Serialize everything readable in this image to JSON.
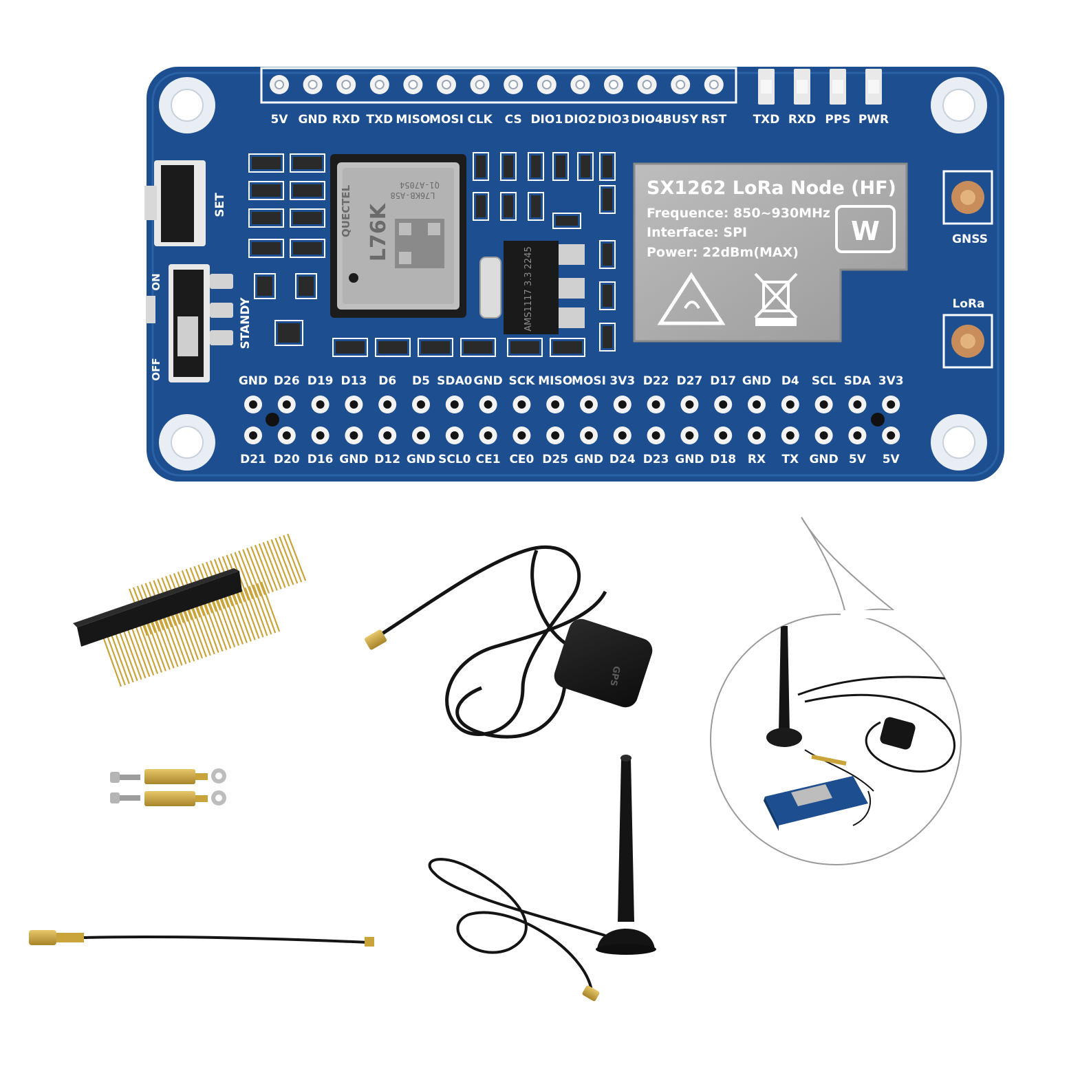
{
  "colors": {
    "pcb": "#1d4e8f",
    "pcb_edge": "#17457f",
    "silkscreen": "#ffffff",
    "shield": "#a9a9a9",
    "gold": "#c9a43b",
    "cable": "#141414",
    "background": "#ffffff"
  },
  "board": {
    "top_header_labels": [
      "5V",
      "GND",
      "RXD",
      "TXD",
      "MISO",
      "MOSI",
      "CLK",
      "CS",
      "DIO1",
      "DIO2",
      "DIO3",
      "DIO4",
      "BUSY",
      "RST"
    ],
    "led_labels": [
      "TXD",
      "RXD",
      "PPS",
      "PWR"
    ],
    "gpio_top_labels": [
      "GND",
      "D26",
      "D19",
      "D13",
      "D6",
      "D5",
      "SDA0",
      "GND",
      "SCK",
      "MISO",
      "MOSI",
      "3V3",
      "D22",
      "D27",
      "D17",
      "GND",
      "D4",
      "SCL",
      "SDA",
      "3V3"
    ],
    "gpio_bottom_labels": [
      "D21",
      "D20",
      "D16",
      "GND",
      "D12",
      "GND",
      "SCL0",
      "CE1",
      "CE0",
      "D25",
      "GND",
      "D24",
      "D23",
      "GND",
      "D18",
      "RX",
      "TX",
      "GND",
      "5V",
      "5V"
    ],
    "switch_set_label": "SET",
    "switch_on_label": "ON",
    "switch_off_label": "OFF",
    "standby_label": "STANDY",
    "gnss_label": "GNSS",
    "lora_label": "LoRa",
    "gps_module_brand": "QUECTEL",
    "gps_module_model": "L76K",
    "gps_module_part": "L76KB-A58",
    "gps_module_lot": "Q1-A7054",
    "regulator_label": "AMS1117 3.3 2245",
    "lora_module": {
      "title": "SX1262 LoRa Node (HF)",
      "frequency": "Frequence: 850~930MHz",
      "interface": "Interface: SPI",
      "power": "Power: 22dBm(MAX)",
      "logo": "W"
    }
  },
  "accessories": {
    "gps_antenna_label": "GPS",
    "items": [
      "pin-header",
      "standoff-kit",
      "ipex-sma-pigtail",
      "gps-antenna",
      "lora-sucker-antenna",
      "assembly-preview"
    ]
  }
}
